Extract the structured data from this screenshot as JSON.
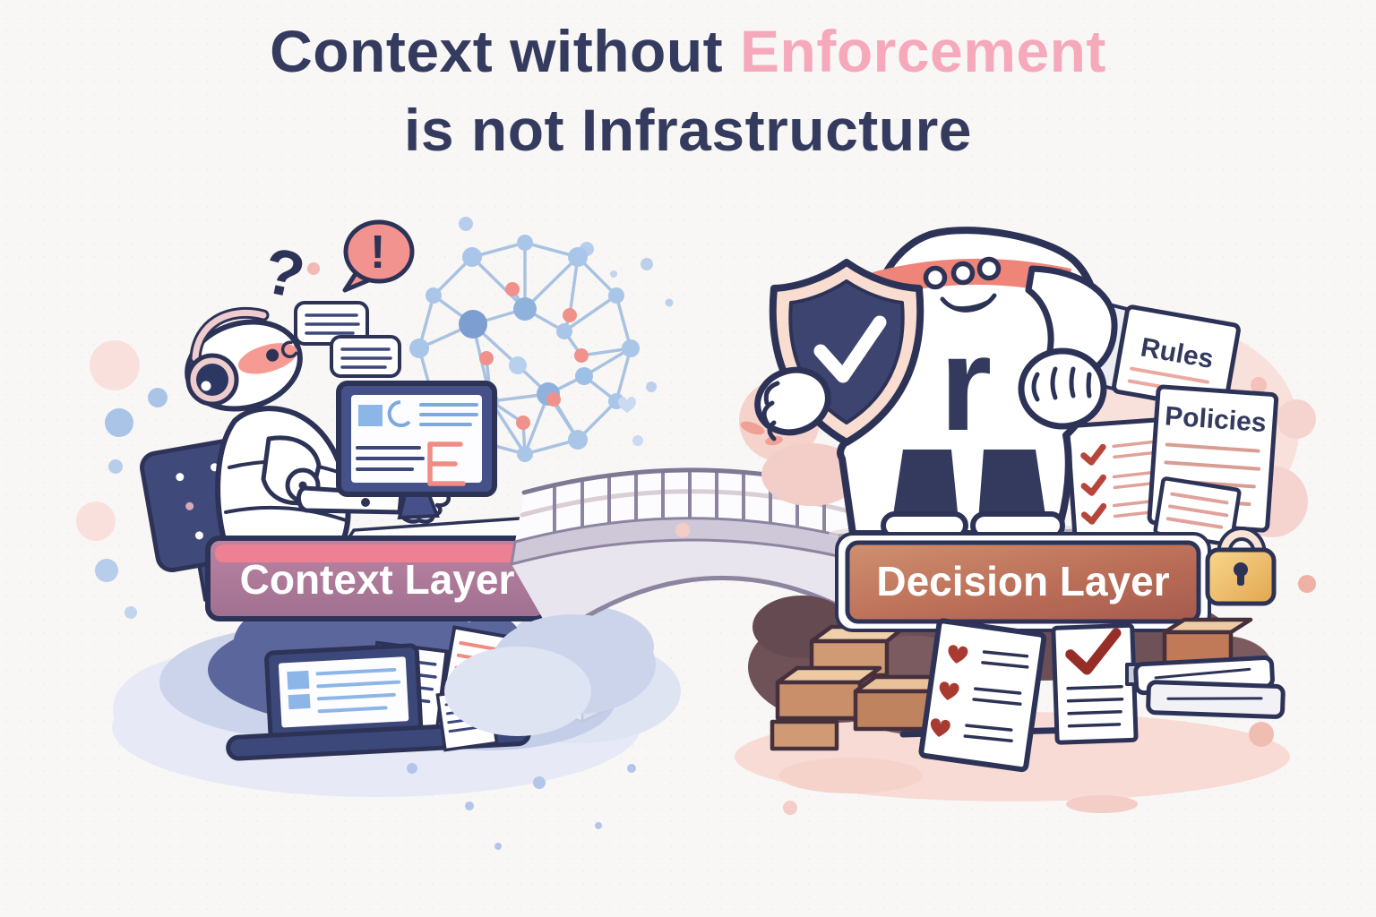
{
  "title": {
    "line1_normal": "Context without ",
    "line1_accent": "Enforcement",
    "line2": "is not Infrastructure"
  },
  "icons": {
    "question_mark": "?",
    "exclamation": "!"
  },
  "context_side": {
    "banner_label": "Context Layer"
  },
  "decision_side": {
    "banner_label": "Decision Layer",
    "mascot_letter": "r",
    "documents": {
      "rules": "Rules",
      "policies": "Policies"
    }
  },
  "colors": {
    "background": "#f8f7f5",
    "ink_navy": "#2d3357",
    "title_navy": "#343b5e",
    "accent_pink": "#f5a9bb",
    "salmon": "#f0918b",
    "node_blue": "#a9c6e8",
    "cloud_lavender": "#ccd4ec",
    "context_banner_mauve": "#ad7b99",
    "context_banner_strip": "#ed8093",
    "decision_banner_terracotta": "#bb6f58",
    "padlock_gold": "#ecb45f",
    "check_red": "#a93a31",
    "rock_brown": "#6f5158",
    "brick_tan": "#c98e6a"
  }
}
